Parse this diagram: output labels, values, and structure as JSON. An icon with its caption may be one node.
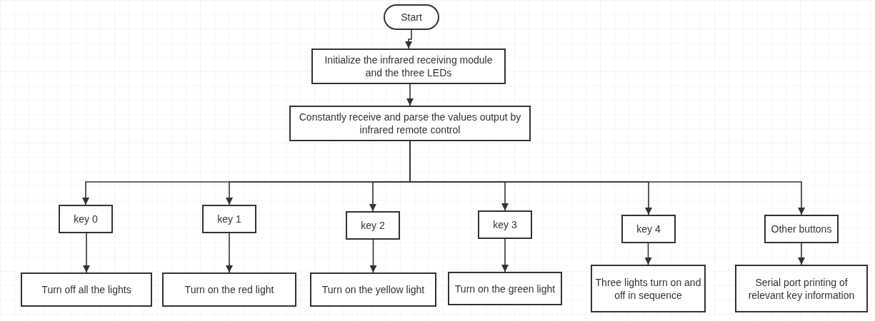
{
  "diagram": {
    "nodes": [
      {
        "text": [
          "Start"
        ]
      },
      {
        "text": [
          "Initialize the infrared receiving module and the three LEDs"
        ]
      },
      {
        "text": [
          "Constantly receive and parse the values output by infrared remote control"
        ]
      },
      {
        "text": [
          "key 0"
        ]
      },
      {
        "text": [
          "key 1"
        ]
      },
      {
        "text": [
          "key 2"
        ]
      },
      {
        "text": [
          "key 3"
        ]
      },
      {
        "text": [
          "key 4"
        ]
      },
      {
        "text": [
          "Other buttons"
        ]
      },
      {
        "text": [
          "Turn off all the lights"
        ]
      },
      {
        "text": [
          "Turn on the red light"
        ]
      },
      {
        "text": [
          "Turn on the yellow light"
        ]
      },
      {
        "text": [
          "Turn on the green light"
        ]
      },
      {
        "text": [
          "Three lights turn on and off in sequence"
        ]
      },
      {
        "text": [
          "Serial port printing of relevant key information"
        ]
      }
    ],
    "edges": [
      {
        "from": 0,
        "to": 1,
        "arrow": "to"
      },
      {
        "from": 1,
        "to": 2,
        "arrow": "to"
      },
      {
        "from": 2,
        "to": 3,
        "arrow": "to"
      },
      {
        "from": 2,
        "to": 4,
        "arrow": "to"
      },
      {
        "from": 2,
        "to": 5,
        "arrow": "to"
      },
      {
        "from": 2,
        "to": 6,
        "arrow": "to"
      },
      {
        "from": 2,
        "to": 7,
        "arrow": "to"
      },
      {
        "from": 2,
        "to": 8,
        "arrow": "to"
      },
      {
        "from": 3,
        "to": 9,
        "arrow": "to"
      },
      {
        "from": 4,
        "to": 10,
        "arrow": "to"
      },
      {
        "from": 5,
        "to": 11,
        "arrow": "to"
      },
      {
        "from": 6,
        "to": 12,
        "arrow": "to"
      },
      {
        "from": 7,
        "to": 13,
        "arrow": "to"
      },
      {
        "from": 8,
        "to": 14,
        "arrow": "to"
      }
    ]
  }
}
